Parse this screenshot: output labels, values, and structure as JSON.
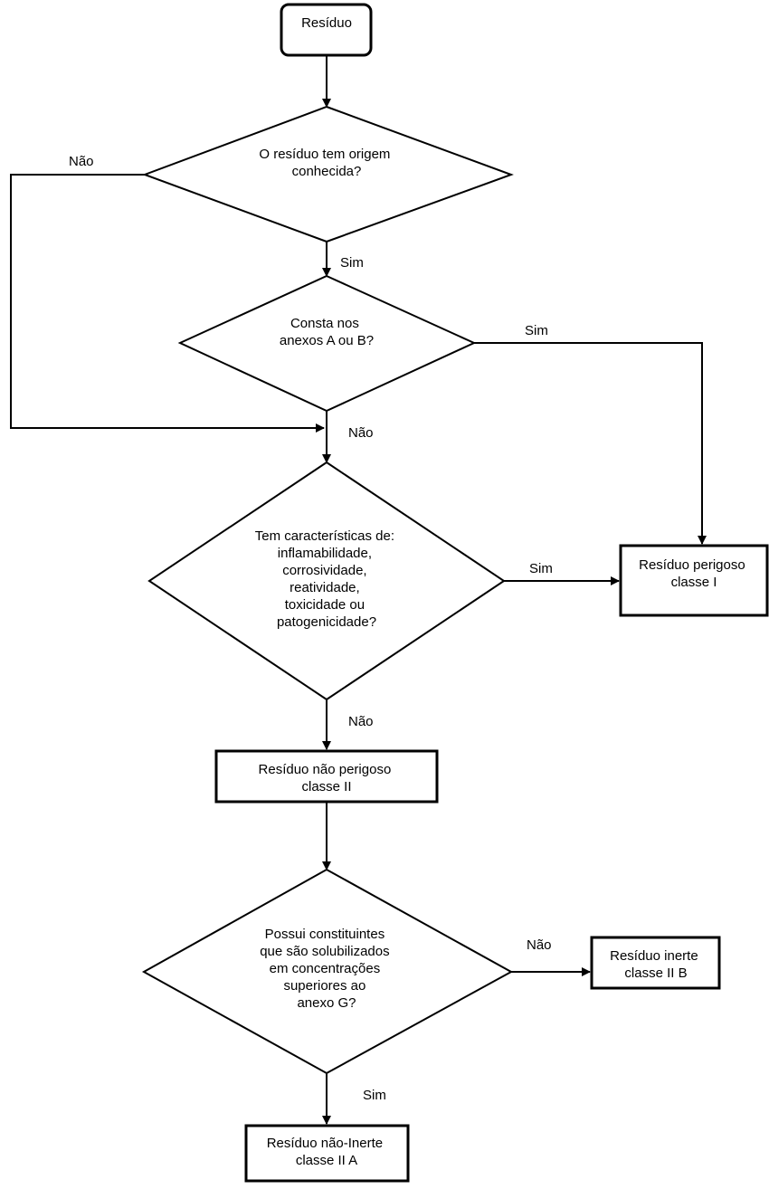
{
  "colors": {
    "stroke": "#000000",
    "background": "#ffffff",
    "text": "#000000"
  },
  "nodes": {
    "start": {
      "lines": [
        "Resíduo"
      ]
    },
    "q_origin": {
      "lines": [
        "O resíduo tem origem",
        "conhecida?"
      ]
    },
    "q_annex": {
      "lines": [
        "Consta nos",
        "anexos A ou B?"
      ]
    },
    "q_characteristics": {
      "lines": [
        "Tem características de:",
        "inflamabilidade,",
        "corrosividade,",
        "reatividade,",
        "toxicidade ou",
        "patogenicidade?"
      ]
    },
    "hazardous": {
      "lines": [
        "Resíduo perigoso",
        "classe I"
      ]
    },
    "non_hazardous": {
      "lines": [
        "Resíduo não perigoso",
        "classe II"
      ]
    },
    "q_solubilized": {
      "lines": [
        "Possui constituintes",
        "que são solubilizados",
        "em concentrações",
        "superiores ao",
        "anexo G?"
      ]
    },
    "inert": {
      "lines": [
        "Resíduo inerte",
        "classe II B"
      ]
    },
    "non_inert": {
      "lines": [
        "Resíduo não-Inerte",
        "classe II A"
      ]
    }
  },
  "edge_labels": {
    "origin_no": "Não",
    "origin_yes": "Sim",
    "annex_yes": "Sim",
    "annex_no": "Não",
    "characteristics_yes": "Sim",
    "characteristics_no": "Não",
    "solubilized_no": "Não",
    "solubilized_yes": "Sim"
  }
}
